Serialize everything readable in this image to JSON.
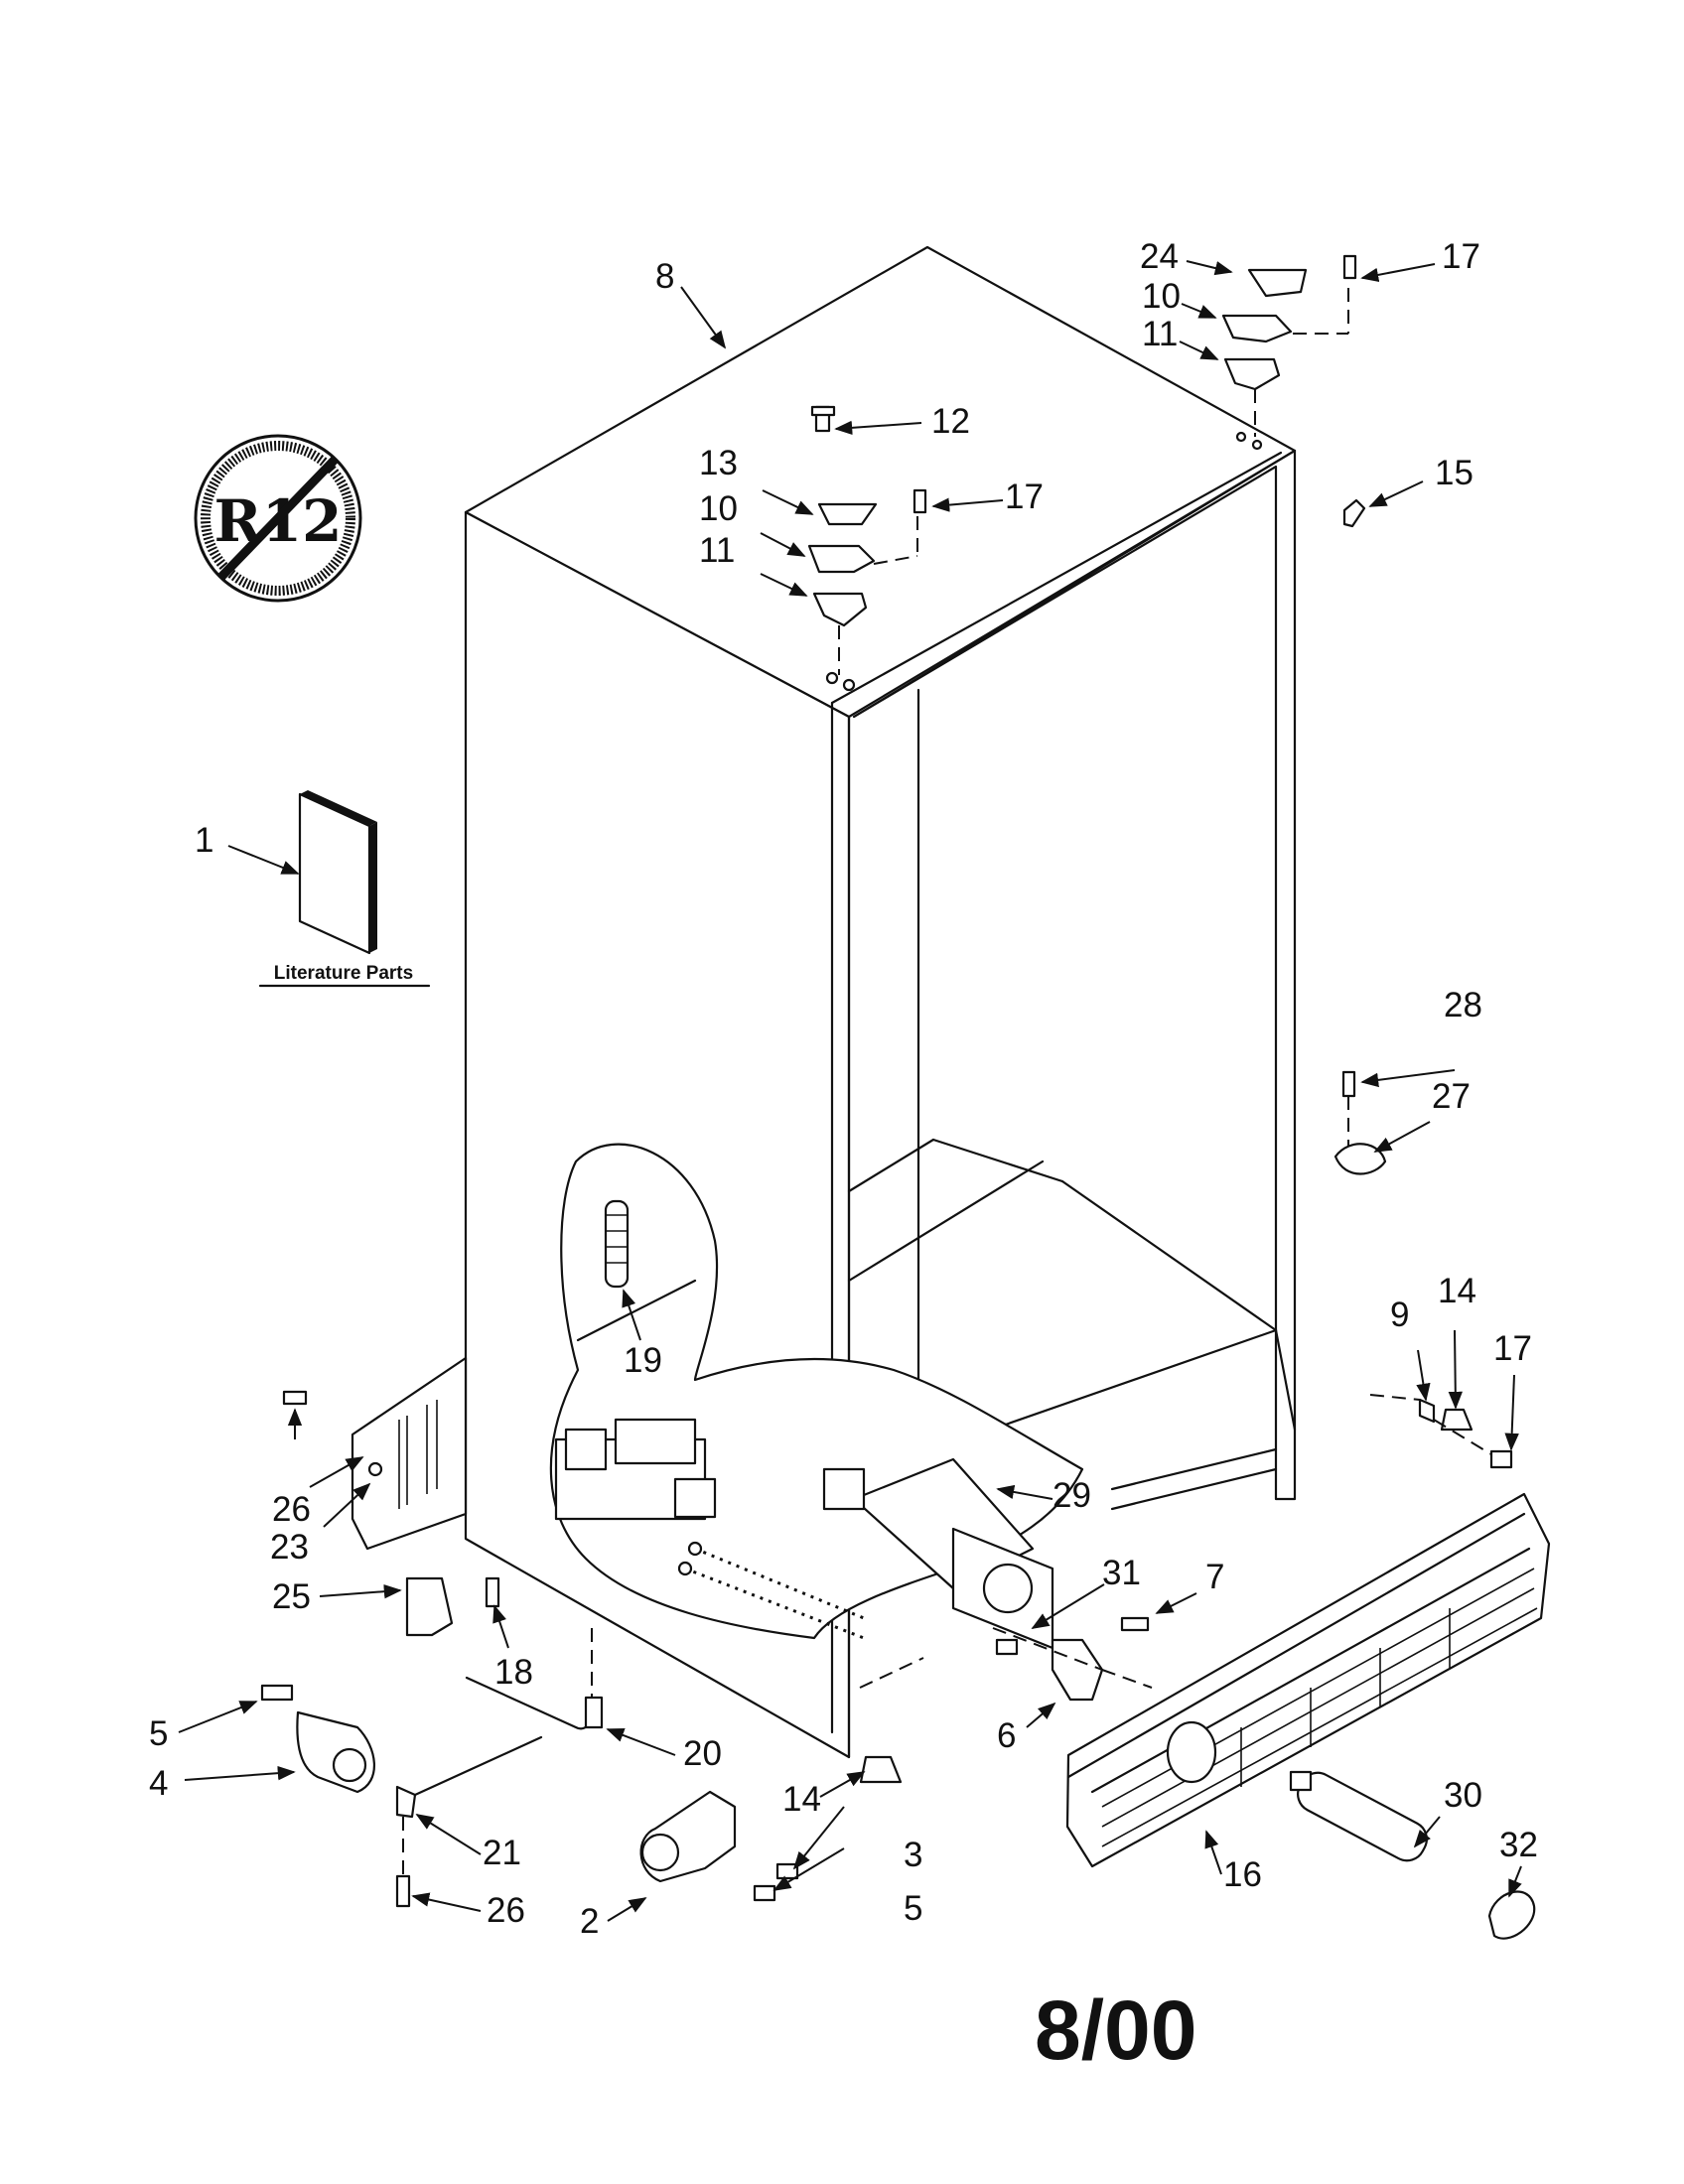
{
  "diagram": {
    "literature_label": "Literature Parts",
    "date_code": "8/00",
    "no_r12_badge": "R12",
    "callouts": [
      {
        "id": "c1",
        "label": "1"
      },
      {
        "id": "c2",
        "label": "2"
      },
      {
        "id": "c3",
        "label": "3"
      },
      {
        "id": "c4",
        "label": "4"
      },
      {
        "id": "c5a",
        "label": "5"
      },
      {
        "id": "c5b",
        "label": "5"
      },
      {
        "id": "c6",
        "label": "6"
      },
      {
        "id": "c7",
        "label": "7"
      },
      {
        "id": "c8",
        "label": "8"
      },
      {
        "id": "c9",
        "label": "9"
      },
      {
        "id": "c10a",
        "label": "10"
      },
      {
        "id": "c10b",
        "label": "10"
      },
      {
        "id": "c11a",
        "label": "11"
      },
      {
        "id": "c11b",
        "label": "11"
      },
      {
        "id": "c12",
        "label": "12"
      },
      {
        "id": "c13",
        "label": "13"
      },
      {
        "id": "c14a",
        "label": "14"
      },
      {
        "id": "c14b",
        "label": "14"
      },
      {
        "id": "c15",
        "label": "15"
      },
      {
        "id": "c16",
        "label": "16"
      },
      {
        "id": "c17a",
        "label": "17"
      },
      {
        "id": "c17b",
        "label": "17"
      },
      {
        "id": "c17c",
        "label": "17"
      },
      {
        "id": "c18",
        "label": "18"
      },
      {
        "id": "c19",
        "label": "19"
      },
      {
        "id": "c20",
        "label": "20"
      },
      {
        "id": "c21",
        "label": "21"
      },
      {
        "id": "c23",
        "label": "23"
      },
      {
        "id": "c24",
        "label": "24"
      },
      {
        "id": "c25",
        "label": "25"
      },
      {
        "id": "c26a",
        "label": "26"
      },
      {
        "id": "c26b",
        "label": "26"
      },
      {
        "id": "c27",
        "label": "27"
      },
      {
        "id": "c28",
        "label": "28"
      },
      {
        "id": "c29",
        "label": "29"
      },
      {
        "id": "c30",
        "label": "30"
      },
      {
        "id": "c31",
        "label": "31"
      },
      {
        "id": "c32",
        "label": "32"
      }
    ]
  }
}
